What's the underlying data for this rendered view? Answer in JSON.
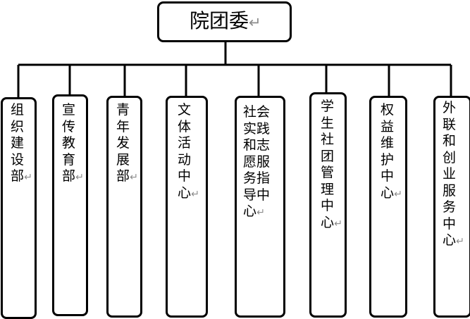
{
  "root": {
    "label": "院团委",
    "mark": "↵"
  },
  "departments": [
    {
      "lines": [
        "组",
        "织",
        "建",
        "设",
        "部"
      ],
      "mark": "↵"
    },
    {
      "lines": [
        "宣",
        "传",
        "教",
        "育",
        "部"
      ],
      "mark": "↵"
    },
    {
      "lines": [
        "青",
        "年",
        "发",
        "展",
        "部"
      ],
      "mark": "↵"
    },
    {
      "lines": [
        "文",
        "体",
        "活",
        "动",
        "中",
        "心"
      ],
      "mark": "↵"
    },
    {
      "lines": [
        "社会",
        "实践",
        "和志",
        "愿服",
        "务指",
        "导中",
        "心"
      ],
      "mark": "↵"
    },
    {
      "lines": [
        "学",
        "生",
        "社",
        "团",
        "管",
        "理",
        "中",
        "心"
      ],
      "mark": "↵"
    },
    {
      "lines": [
        "权",
        "益",
        "维",
        "护",
        "中",
        "心"
      ],
      "mark": "↵"
    },
    {
      "lines": [
        "外",
        "联",
        "和",
        "创",
        "业",
        "服",
        "务",
        "中",
        "心"
      ],
      "mark": "↵"
    }
  ]
}
